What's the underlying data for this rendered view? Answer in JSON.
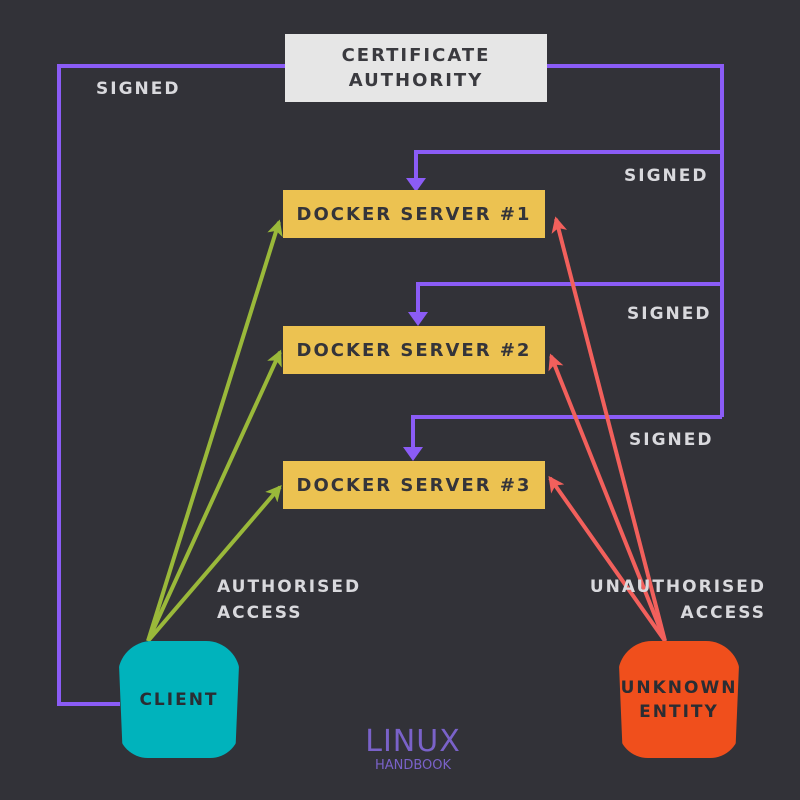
{
  "colors": {
    "background": "#323238",
    "signed_line": "#8b5cf6",
    "authorised_arrow": "#9ab93a",
    "unauthorised_arrow": "#f2605c",
    "server_fill": "#ecc251",
    "ca_fill": "#e6e6e6",
    "client_fill": "#00b3bc",
    "unknown_fill": "#f04f1c",
    "logo": "#7a62c9"
  },
  "nodes": {
    "ca": "CERTIFICATE\nAUTHORITY",
    "server1": "DOCKER SERVER #1",
    "server2": "DOCKER SERVER #2",
    "server3": "DOCKER SERVER #3",
    "client": "CLIENT",
    "unknown": "UNKNOWN\nENTITY"
  },
  "labels": {
    "signed_client": "SIGNED",
    "signed_server1": "SIGNED",
    "signed_server2": "SIGNED",
    "signed_server3": "SIGNED",
    "authorised": "AUTHORISED\nACCESS",
    "unauthorised": "UNAUTHORISED\nACCESS"
  },
  "logo": {
    "top": "LINUX",
    "bottom": "HANDBOOK"
  },
  "edges": [
    {
      "from": "ca",
      "to": "client",
      "label": "SIGNED",
      "kind": "signed"
    },
    {
      "from": "ca",
      "to": "server1",
      "label": "SIGNED",
      "kind": "signed"
    },
    {
      "from": "ca",
      "to": "server2",
      "label": "SIGNED",
      "kind": "signed"
    },
    {
      "from": "ca",
      "to": "server3",
      "label": "SIGNED",
      "kind": "signed"
    },
    {
      "from": "client",
      "to": "server1",
      "kind": "authorised"
    },
    {
      "from": "client",
      "to": "server2",
      "kind": "authorised"
    },
    {
      "from": "client",
      "to": "server3",
      "kind": "authorised"
    },
    {
      "from": "unknown",
      "to": "server1",
      "kind": "unauthorised"
    },
    {
      "from": "unknown",
      "to": "server2",
      "kind": "unauthorised"
    },
    {
      "from": "unknown",
      "to": "server3",
      "kind": "unauthorised"
    }
  ]
}
